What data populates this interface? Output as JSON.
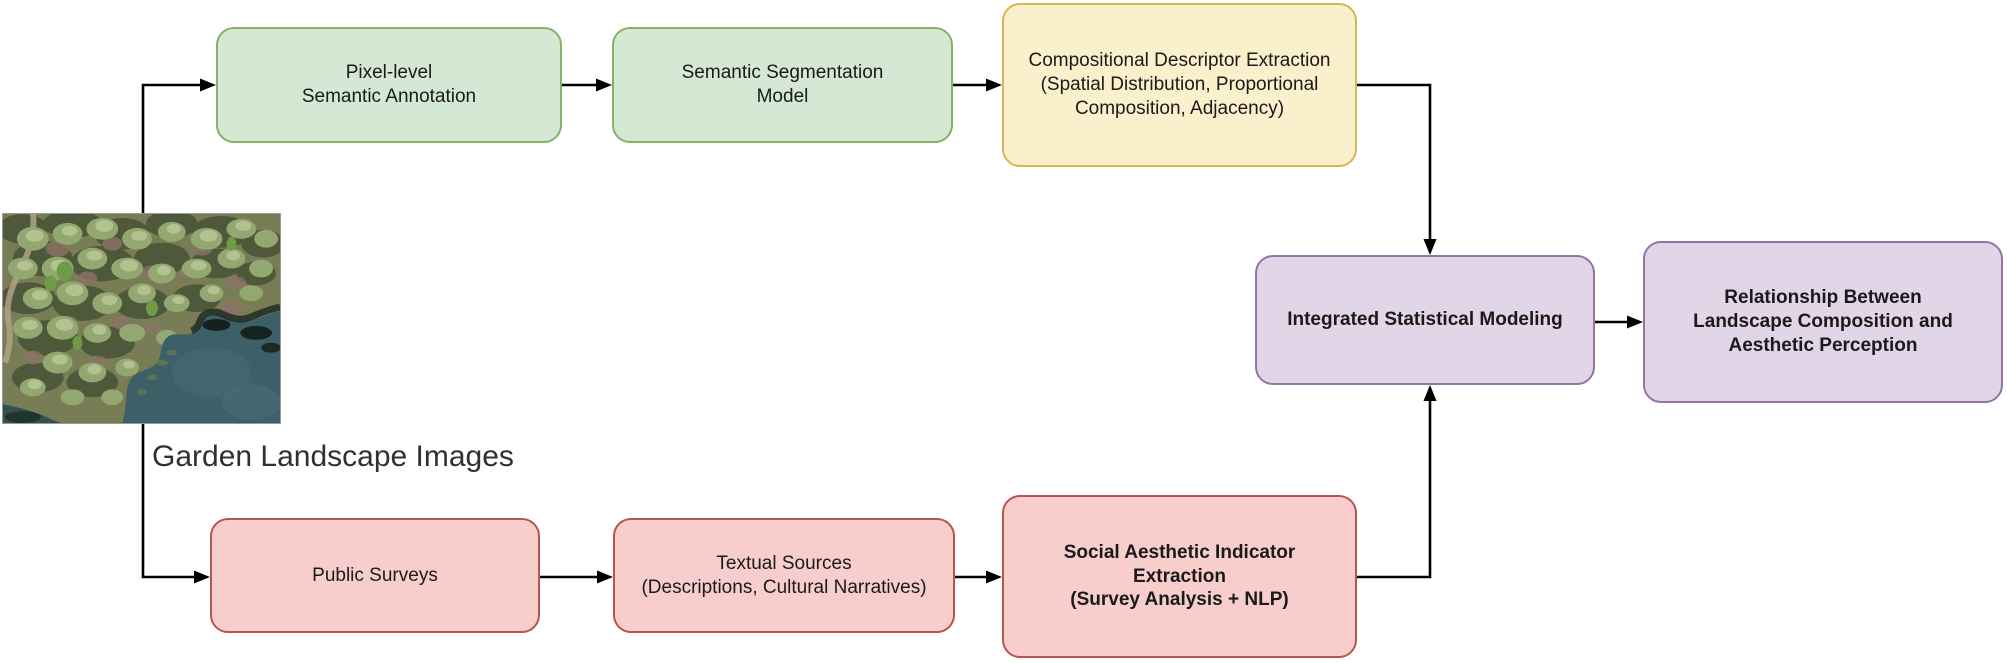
{
  "caption": "Garden Landscape Images",
  "photo": {
    "alt": "aerial-forest-lake-photo"
  },
  "nodes": [
    {
      "id": "pixel-level-semantic-annotation",
      "label": "Pixel-level\nSemantic Annotation",
      "color": "green",
      "bold": false
    },
    {
      "id": "semantic-segmentation-model",
      "label": "Semantic Segmentation\nModel",
      "color": "green",
      "bold": false
    },
    {
      "id": "compositional-descriptor-extraction",
      "label": "Compositional Descriptor Extraction\n(Spatial Distribution, Proportional\nComposition, Adjacency)",
      "color": "yellow",
      "bold": false
    },
    {
      "id": "integrated-statistical-modeling",
      "label": "Integrated Statistical Modeling",
      "color": "purple",
      "bold": true
    },
    {
      "id": "relationship-landscape-aesthetic",
      "label": "Relationship Between\nLandscape Composition and\nAesthetic Perception",
      "color": "purple",
      "bold": true
    },
    {
      "id": "public-surveys",
      "label": "Public Surveys",
      "color": "red",
      "bold": false
    },
    {
      "id": "textual-sources",
      "label": "Textual Sources\n(Descriptions, Cultural Narratives)",
      "color": "red",
      "bold": false
    },
    {
      "id": "social-aesthetic-indicator-extraction",
      "label": "Social Aesthetic Indicator\nExtraction\n(Survey Analysis + NLP)",
      "color": "red",
      "bold": true
    }
  ],
  "edges": [
    {
      "from": "garden-landscape-images",
      "to": "pixel-level-semantic-annotation"
    },
    {
      "from": "pixel-level-semantic-annotation",
      "to": "semantic-segmentation-model"
    },
    {
      "from": "semantic-segmentation-model",
      "to": "compositional-descriptor-extraction"
    },
    {
      "from": "compositional-descriptor-extraction",
      "to": "integrated-statistical-modeling"
    },
    {
      "from": "garden-landscape-images",
      "to": "public-surveys"
    },
    {
      "from": "public-surveys",
      "to": "textual-sources"
    },
    {
      "from": "textual-sources",
      "to": "social-aesthetic-indicator-extraction"
    },
    {
      "from": "social-aesthetic-indicator-extraction",
      "to": "integrated-statistical-modeling"
    },
    {
      "from": "integrated-statistical-modeling",
      "to": "relationship-landscape-aesthetic"
    }
  ],
  "palette": {
    "green_fill": "#d5e8d4",
    "green_border": "#82b366",
    "yellow_fill": "#faf0cc",
    "yellow_border": "#d6b656",
    "red_fill": "#f8cecc",
    "red_border": "#b85450",
    "purple_fill": "#e1d5e7",
    "purple_border": "#9673a6",
    "arrow": "#000000",
    "background": "#ffffff"
  }
}
